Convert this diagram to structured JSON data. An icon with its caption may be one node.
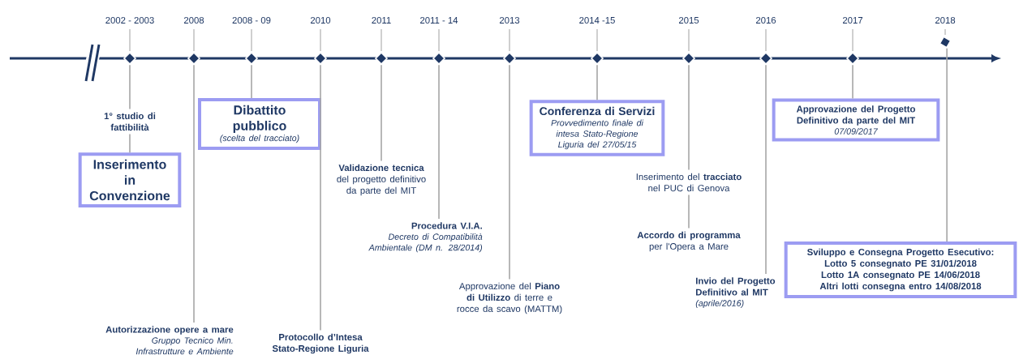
{
  "diagram": {
    "nodes": [
      {
        "text": [],
        "shape": "diamond",
        "beside": [
          "2002 - 2003"
        ]
      },
      {
        "text": [],
        "shape": "diamond",
        "beside": [
          "2008"
        ]
      },
      {
        "text": [],
        "shape": "diamond",
        "beside": [
          "2008 - 09"
        ]
      },
      {
        "text": [],
        "shape": "diamond",
        "beside": [
          "2010"
        ]
      },
      {
        "text": [],
        "shape": "diamond",
        "beside": [
          "2011"
        ]
      },
      {
        "text": [],
        "shape": "diamond",
        "beside": [
          "2011 - 14"
        ]
      },
      {
        "text": [],
        "shape": "diamond",
        "beside": [
          "2013"
        ]
      },
      {
        "text": [],
        "shape": "diamond",
        "beside": [
          "2014 -15"
        ]
      },
      {
        "text": [],
        "shape": "diamond",
        "beside": [
          "2015"
        ]
      },
      {
        "text": [],
        "shape": "diamond",
        "beside": [
          "2016"
        ]
      },
      {
        "text": [],
        "shape": "diamond",
        "beside": [
          "2017"
        ]
      },
      {
        "text": [],
        "shape": "diamond",
        "beside": [
          "2018"
        ]
      },
      {
        "text": [
          "1° studio di fattibilità"
        ]
      },
      {
        "text": [
          "Inserimento in Convenzione"
        ]
      },
      {
        "text": [
          "Autorizzazione opere a mare",
          "Gruppo Tecnico Min. Infrastrutture e Ambiente"
        ]
      },
      {
        "text": [
          "Dibattito pubblico",
          "(scelta del tracciato)"
        ]
      },
      {
        "text": [
          "Protocollo d’Intesa Stato-Regione Liguria"
        ]
      },
      {
        "text": [
          "Validazione tecnica",
          "del progetto definitivo da parte del MIT"
        ]
      },
      {
        "text": [
          "Procedura V.I.A.",
          "Decreto di Compatibilità Ambientale (DM n. 28/2014)"
        ]
      },
      {
        "text": [
          "Approvazione del **Piano di Utilizzo** di terre e rocce da scavo (MATTM)"
        ]
      },
      {
        "text": [
          "Conferenza di Servizi",
          "Provvedimento finale di intesa Stato-Regione Liguria del 27/05/15"
        ]
      },
      {
        "text": [
          "Inserimento del **tracciato** nel PUC di Genova"
        ]
      },
      {
        "text": [
          "Accordo di programma",
          "per l'Opera a Mare"
        ]
      },
      {
        "text": [
          "Invio del Progetto Definitivo al MIT",
          "(aprile/2016)"
        ]
      },
      {
        "text": [
          "Approvazione del Progetto Definitivo da parte del MIT",
          "07/09/2017"
        ]
      },
      {
        "text": [
          "Sviluppo e Consegna Progetto Esecutivo:",
          "Lotto 5 consegnato PE 31/01/2018",
          "Lotto 1A consegnato PE 14/06/2018",
          "Altri lotti consegna entro 14/08/2018"
        ]
      }
    ],
    "edges": [
      {
        "from": 0,
        "to": 12,
        "arrow": "none"
      },
      {
        "from": 12,
        "to": 13,
        "arrow": "none"
      },
      {
        "from": 1,
        "to": 14,
        "arrow": "none"
      },
      {
        "from": 2,
        "to": 15,
        "arrow": "none"
      },
      {
        "from": 3,
        "to": 16,
        "arrow": "none"
      },
      {
        "from": 4,
        "to": 17,
        "arrow": "none"
      },
      {
        "from": 5,
        "to": 18,
        "arrow": "none"
      },
      {
        "from": 6,
        "to": 19,
        "arrow": "none"
      },
      {
        "from": 7,
        "to": 20,
        "arrow": "none"
      },
      {
        "from": 8,
        "to": 21,
        "arrow": "none"
      },
      {
        "from": 21,
        "to": 22,
        "arrow": "none"
      },
      {
        "from": 9,
        "to": 23,
        "arrow": "none"
      },
      {
        "from": 10,
        "to": 24,
        "arrow": "none"
      },
      {
        "from": 11,
        "to": 25,
        "arrow": "none"
      }
    ]
  }
}
